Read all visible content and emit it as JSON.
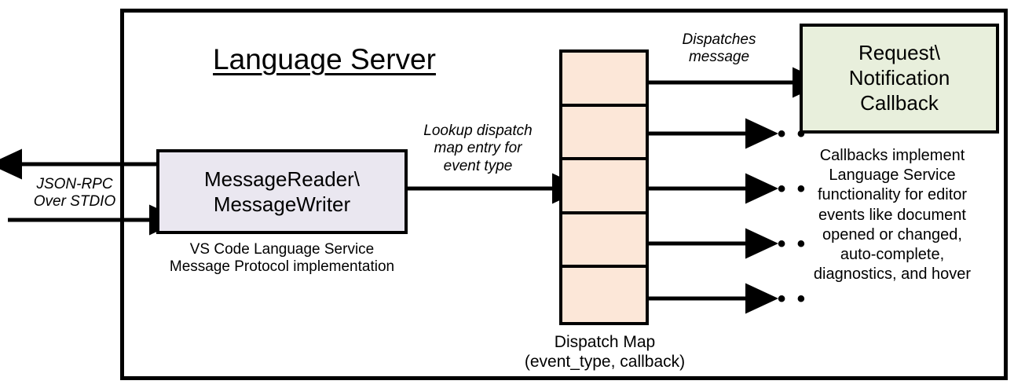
{
  "diagram": {
    "title": "Language Server",
    "frame_name": "language-server-boundary"
  },
  "external": {
    "channel_label": "JSON-RPC\nOver STDIO",
    "outgoing_arrow": "arrow-out-left",
    "incoming_arrow": "arrow-in-right"
  },
  "reader": {
    "title": "MessageReader\\\nMessageWriter",
    "caption": "VS Code Language Service\nMessage Protocol implementation",
    "fill": "#EAE7F0"
  },
  "lookup": {
    "label": "Lookup dispatch\nmap entry for\nevent type"
  },
  "dispatch_map": {
    "caption": "Dispatch Map\n(event_type, callback)",
    "fill": "#FCE7D8",
    "rows": [
      {
        "id": "dispatch-row-1",
        "target": "callback-box"
      },
      {
        "id": "dispatch-row-2",
        "target": "ellipsis"
      },
      {
        "id": "dispatch-row-3",
        "target": "ellipsis"
      },
      {
        "id": "dispatch-row-4",
        "target": "ellipsis"
      },
      {
        "id": "dispatch-row-5",
        "target": "ellipsis"
      }
    ],
    "ellipsis_glyph": "•  •  •"
  },
  "dispatch_edge": {
    "label": "Dispatches\nmessage"
  },
  "callback": {
    "title": "Request\\\nNotification\nCallback",
    "fill": "#E8EFDC",
    "description": "Callbacks implement\nLanguage Service\nfunctionality for editor\nevents like document\nopened or changed,\nauto-complete,\ndiagnostics, and hover"
  },
  "colors": {
    "stroke": "#000000",
    "background": "#FFFFFF",
    "reader_fill": "#EAE7F0",
    "map_fill": "#FCE7D8",
    "callback_fill": "#E8EFDC"
  }
}
